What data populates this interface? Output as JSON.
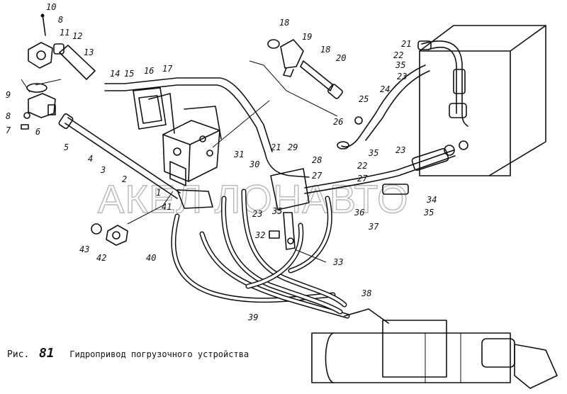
{
  "caption": {
    "prefix": "Рис.",
    "number": "81",
    "title": "Гидропривод погрузочного устройства"
  },
  "watermark": "АКЕЛ ЛОНАВТО",
  "labels": {
    "l10": "10",
    "l8a": "8",
    "l11": "11",
    "l12": "12",
    "l13": "13",
    "l9": "9",
    "l8b": "8",
    "l7": "7",
    "l6": "6",
    "l5": "5",
    "l14": "14",
    "l15": "15",
    "l16": "16",
    "l17": "17",
    "l18a": "18",
    "l19": "19",
    "l18b": "18",
    "l20": "20",
    "l4": "4",
    "l3": "3",
    "l2": "2",
    "l1": "1",
    "l31": "31",
    "l30": "30",
    "l21a": "21",
    "l29": "29",
    "l28": "28",
    "l27a": "27",
    "l41": "41",
    "l23a": "23",
    "l35a": "35",
    "l21b": "21",
    "l22a": "22",
    "l35b": "35",
    "l23b": "23",
    "l24": "24",
    "l25": "25",
    "l26": "26",
    "l35c": "35",
    "l23c": "23",
    "l22b": "22",
    "l27b": "27",
    "l34": "34",
    "l36": "36",
    "l35d": "35",
    "l37": "37",
    "l32": "32",
    "l33": "33",
    "l43": "43",
    "l42": "42",
    "l40": "40",
    "l39": "39",
    "l38": "38"
  }
}
